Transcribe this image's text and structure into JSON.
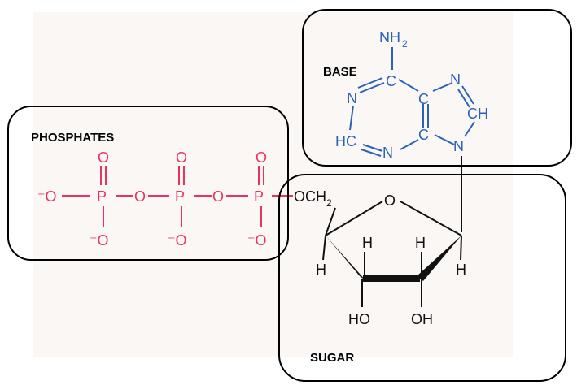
{
  "labels": {
    "phosphates": "PHOSPHATES",
    "base": "BASE",
    "sugar": "SUGAR"
  },
  "phosphate": {
    "minus_o": "⁻O",
    "p": "P",
    "o": "O",
    "o_minus": "⁻O",
    "ester_o": "OCH",
    "ester_sub": "2"
  },
  "base": {
    "nh": "NH",
    "nh_sub": "2",
    "c": "C",
    "n": "N",
    "ch": "CH",
    "hc": "HC"
  },
  "sugar": {
    "ring_o": "O",
    "h": "H",
    "ho": "HO",
    "oh": "OH"
  },
  "colors": {
    "phosphate": "#e8335f",
    "base": "#2a62b8",
    "sugar": "#111111",
    "background": "#fbf7f5"
  }
}
